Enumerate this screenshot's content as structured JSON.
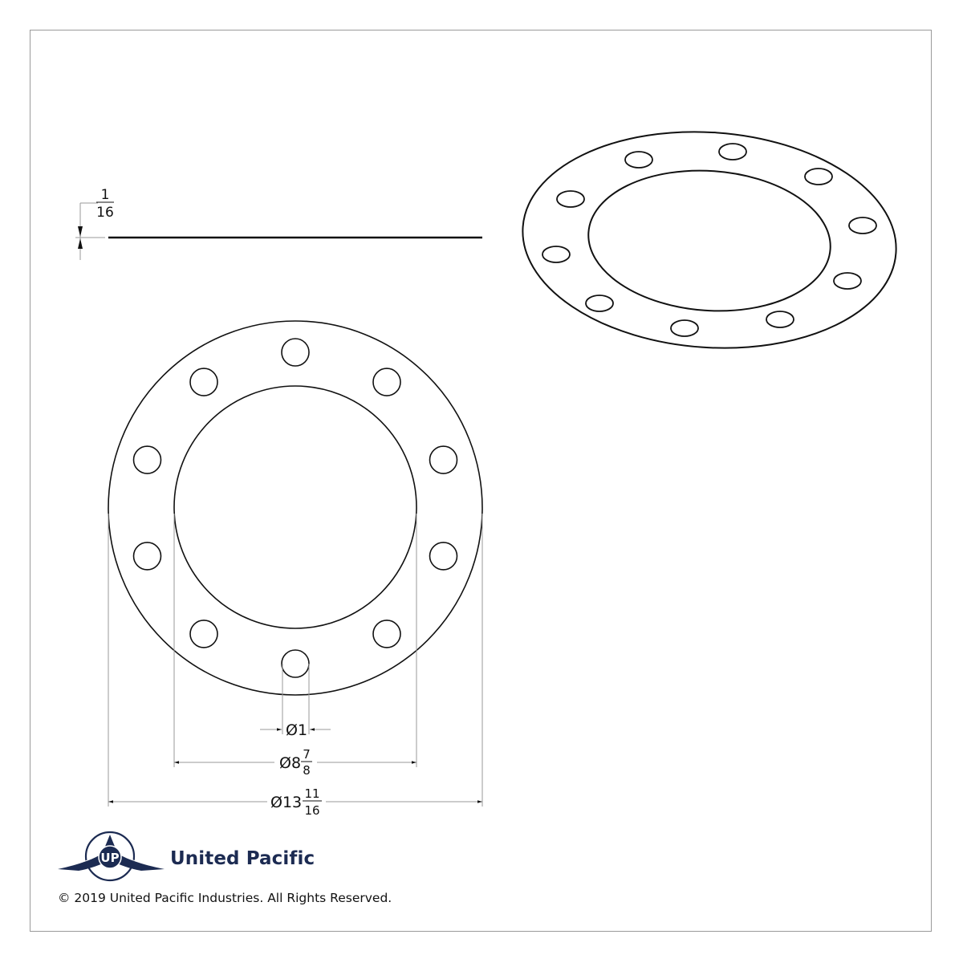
{
  "drawing": {
    "views": [
      "side-view",
      "top-view",
      "isometric-view"
    ],
    "line_color": "#111111",
    "dimension_color": "#888888",
    "frame_color": "#9a9a9a"
  },
  "dimensions": {
    "thickness": {
      "symbol": "",
      "whole": "",
      "numerator": "1",
      "denominator": "16"
    },
    "bolt_hole": {
      "symbol": "Ø",
      "whole": "1",
      "numerator": "",
      "denominator": ""
    },
    "inner_diameter": {
      "symbol": "Ø",
      "whole": "8",
      "numerator": "7",
      "denominator": "8"
    },
    "outer_diameter": {
      "symbol": "Ø",
      "whole": "13",
      "numerator": "11",
      "denominator": "16"
    }
  },
  "part": {
    "bolt_hole_count": 10
  },
  "footer": {
    "brand_name": "United Pacific",
    "brand_color": "#1c2b52",
    "logo_letters": "UP",
    "copyright": "© 2019 United Pacific Industries. All Rights Reserved."
  }
}
